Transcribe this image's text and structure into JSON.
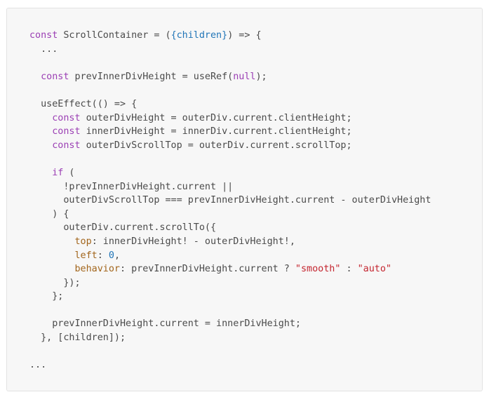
{
  "code": {
    "lines": [
      [
        {
          "t": "kw",
          "v": "const"
        },
        {
          "t": "pl",
          "v": " ScrollContainer = ("
        },
        {
          "t": "lit",
          "v": "{children}"
        },
        {
          "t": "pl",
          "v": ") => {"
        }
      ],
      [
        {
          "t": "pl",
          "v": "  ..."
        }
      ],
      [
        {
          "t": "pl",
          "v": ""
        }
      ],
      [
        {
          "t": "pl",
          "v": "  "
        },
        {
          "t": "kw",
          "v": "const"
        },
        {
          "t": "pl",
          "v": " prevInnerDivHeight = useRef("
        },
        {
          "t": "kw",
          "v": "null"
        },
        {
          "t": "pl",
          "v": ");"
        }
      ],
      [
        {
          "t": "pl",
          "v": ""
        }
      ],
      [
        {
          "t": "pl",
          "v": "  useEffect(() => {"
        }
      ],
      [
        {
          "t": "pl",
          "v": "    "
        },
        {
          "t": "kw",
          "v": "const"
        },
        {
          "t": "pl",
          "v": " outerDivHeight = outerDiv.current.clientHeight;"
        }
      ],
      [
        {
          "t": "pl",
          "v": "    "
        },
        {
          "t": "kw",
          "v": "const"
        },
        {
          "t": "pl",
          "v": " innerDivHeight = innerDiv.current.clientHeight;"
        }
      ],
      [
        {
          "t": "pl",
          "v": "    "
        },
        {
          "t": "kw",
          "v": "const"
        },
        {
          "t": "pl",
          "v": " outerDivScrollTop = outerDiv.current.scrollTop;"
        }
      ],
      [
        {
          "t": "pl",
          "v": ""
        }
      ],
      [
        {
          "t": "pl",
          "v": "    "
        },
        {
          "t": "kw",
          "v": "if"
        },
        {
          "t": "pl",
          "v": " ("
        }
      ],
      [
        {
          "t": "pl",
          "v": "      !prevInnerDivHeight.current ||"
        }
      ],
      [
        {
          "t": "pl",
          "v": "      outerDivScrollTop === prevInnerDivHeight.current - outerDivHeight"
        }
      ],
      [
        {
          "t": "pl",
          "v": "    ) {"
        }
      ],
      [
        {
          "t": "pl",
          "v": "      outerDiv.current.scrollTo({"
        }
      ],
      [
        {
          "t": "pl",
          "v": "        "
        },
        {
          "t": "prop",
          "v": "top"
        },
        {
          "t": "pl",
          "v": ": innerDivHeight! - outerDivHeight!,"
        }
      ],
      [
        {
          "t": "pl",
          "v": "        "
        },
        {
          "t": "prop",
          "v": "left"
        },
        {
          "t": "pl",
          "v": ": "
        },
        {
          "t": "lit",
          "v": "0"
        },
        {
          "t": "pl",
          "v": ","
        }
      ],
      [
        {
          "t": "pl",
          "v": "        "
        },
        {
          "t": "prop",
          "v": "behavior"
        },
        {
          "t": "pl",
          "v": ": prevInnerDivHeight.current ? "
        },
        {
          "t": "str",
          "v": "\"smooth\""
        },
        {
          "t": "pl",
          "v": " : "
        },
        {
          "t": "str",
          "v": "\"auto\""
        }
      ],
      [
        {
          "t": "pl",
          "v": "      });"
        }
      ],
      [
        {
          "t": "pl",
          "v": "    };"
        }
      ],
      [
        {
          "t": "pl",
          "v": ""
        }
      ],
      [
        {
          "t": "pl",
          "v": "    prevInnerDivHeight.current = innerDivHeight;"
        }
      ],
      [
        {
          "t": "pl",
          "v": "  }, [children]);"
        }
      ],
      [
        {
          "t": "pl",
          "v": ""
        }
      ],
      [
        {
          "t": "pl",
          "v": "..."
        }
      ]
    ]
  },
  "colors": {
    "background": "#f7f7f7",
    "border": "#e3e3e3",
    "plain": "#4a4a4a",
    "keyword": "#9b3fb4",
    "literal": "#1f74b7",
    "property": "#a2651b",
    "string": "#c4252f"
  }
}
